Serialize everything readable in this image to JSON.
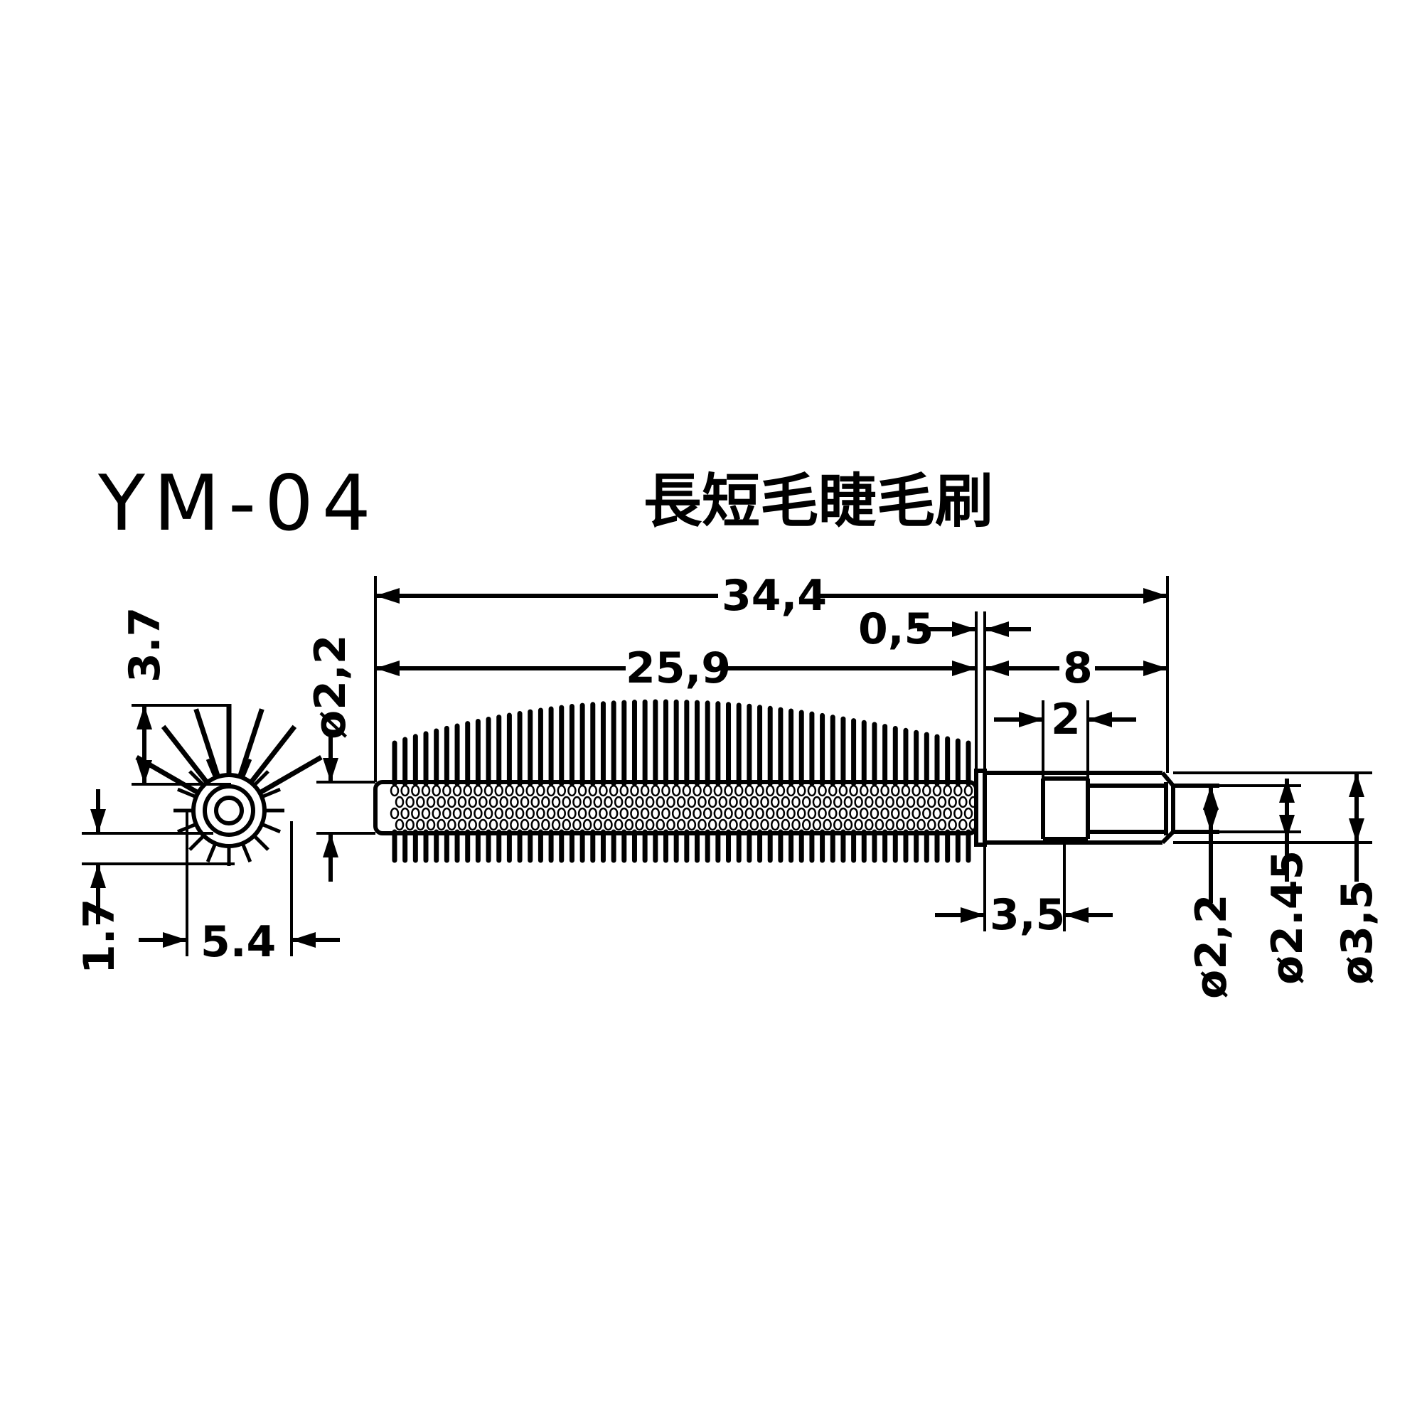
{
  "title": {
    "model": "YM-04",
    "name": "長短毛睫毛刷"
  },
  "dimensions": {
    "overall_length": "34,4",
    "brush_length": "25,9",
    "collar_width": "0,5",
    "handle_length": "8",
    "groove_width": "2",
    "groove_offset": "3,5",
    "core_diameter": "ø2,2",
    "tip_diameter": "ø2,2",
    "groove_diameter": "ø2.45",
    "shaft_diameter": "ø3,5",
    "section_long_bristle": "3.7",
    "section_short_bristle": "1.7",
    "section_width": "5.4"
  }
}
